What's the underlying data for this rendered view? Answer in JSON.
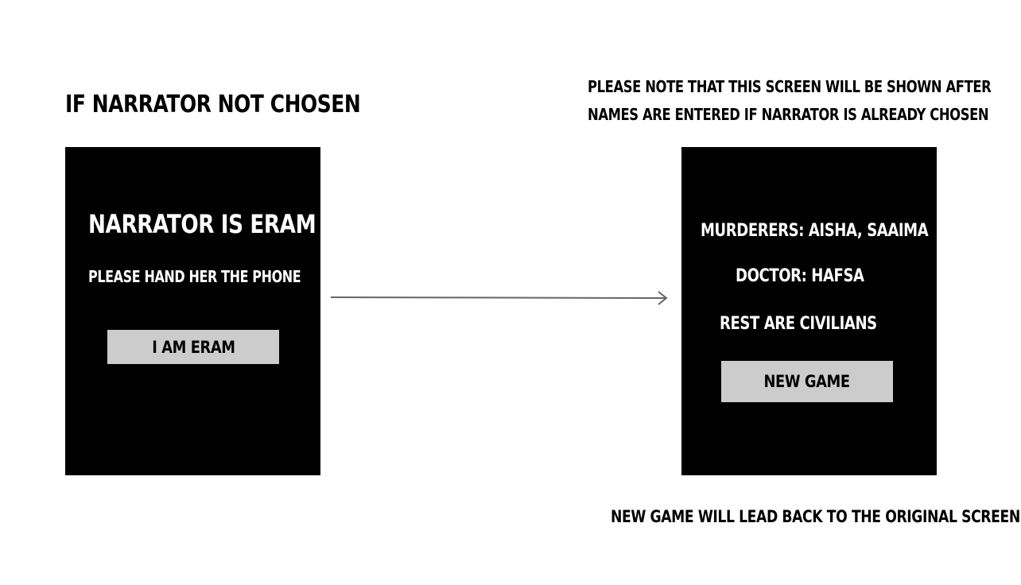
{
  "left_title": "IF NARRATOR NOT CHOSEN",
  "note": {
    "line1": "PLEASE NOTE THAT THIS SCREEN WILL BE SHOWN AFTER",
    "line2": "NAMES ARE ENTERED IF NARRATOR IS ALREADY CHOSEN"
  },
  "left_screen": {
    "title": "NARRATOR IS ERAM",
    "instruction": "PLEASE HAND HER THE PHONE",
    "button_label": "I AM ERAM"
  },
  "right_screen": {
    "murderers": "MURDERERS:  AISHA, SAAIMA",
    "doctor": "DOCTOR:  HAFSA",
    "rest": "REST ARE CIVILIANS",
    "button_label": "NEW GAME"
  },
  "footer_note": "NEW GAME WILL LEAD BACK TO THE ORIGINAL SCREEN",
  "colors": {
    "screen_bg": "#000000",
    "button_bg": "#cccccc",
    "arrow": "#666666"
  }
}
